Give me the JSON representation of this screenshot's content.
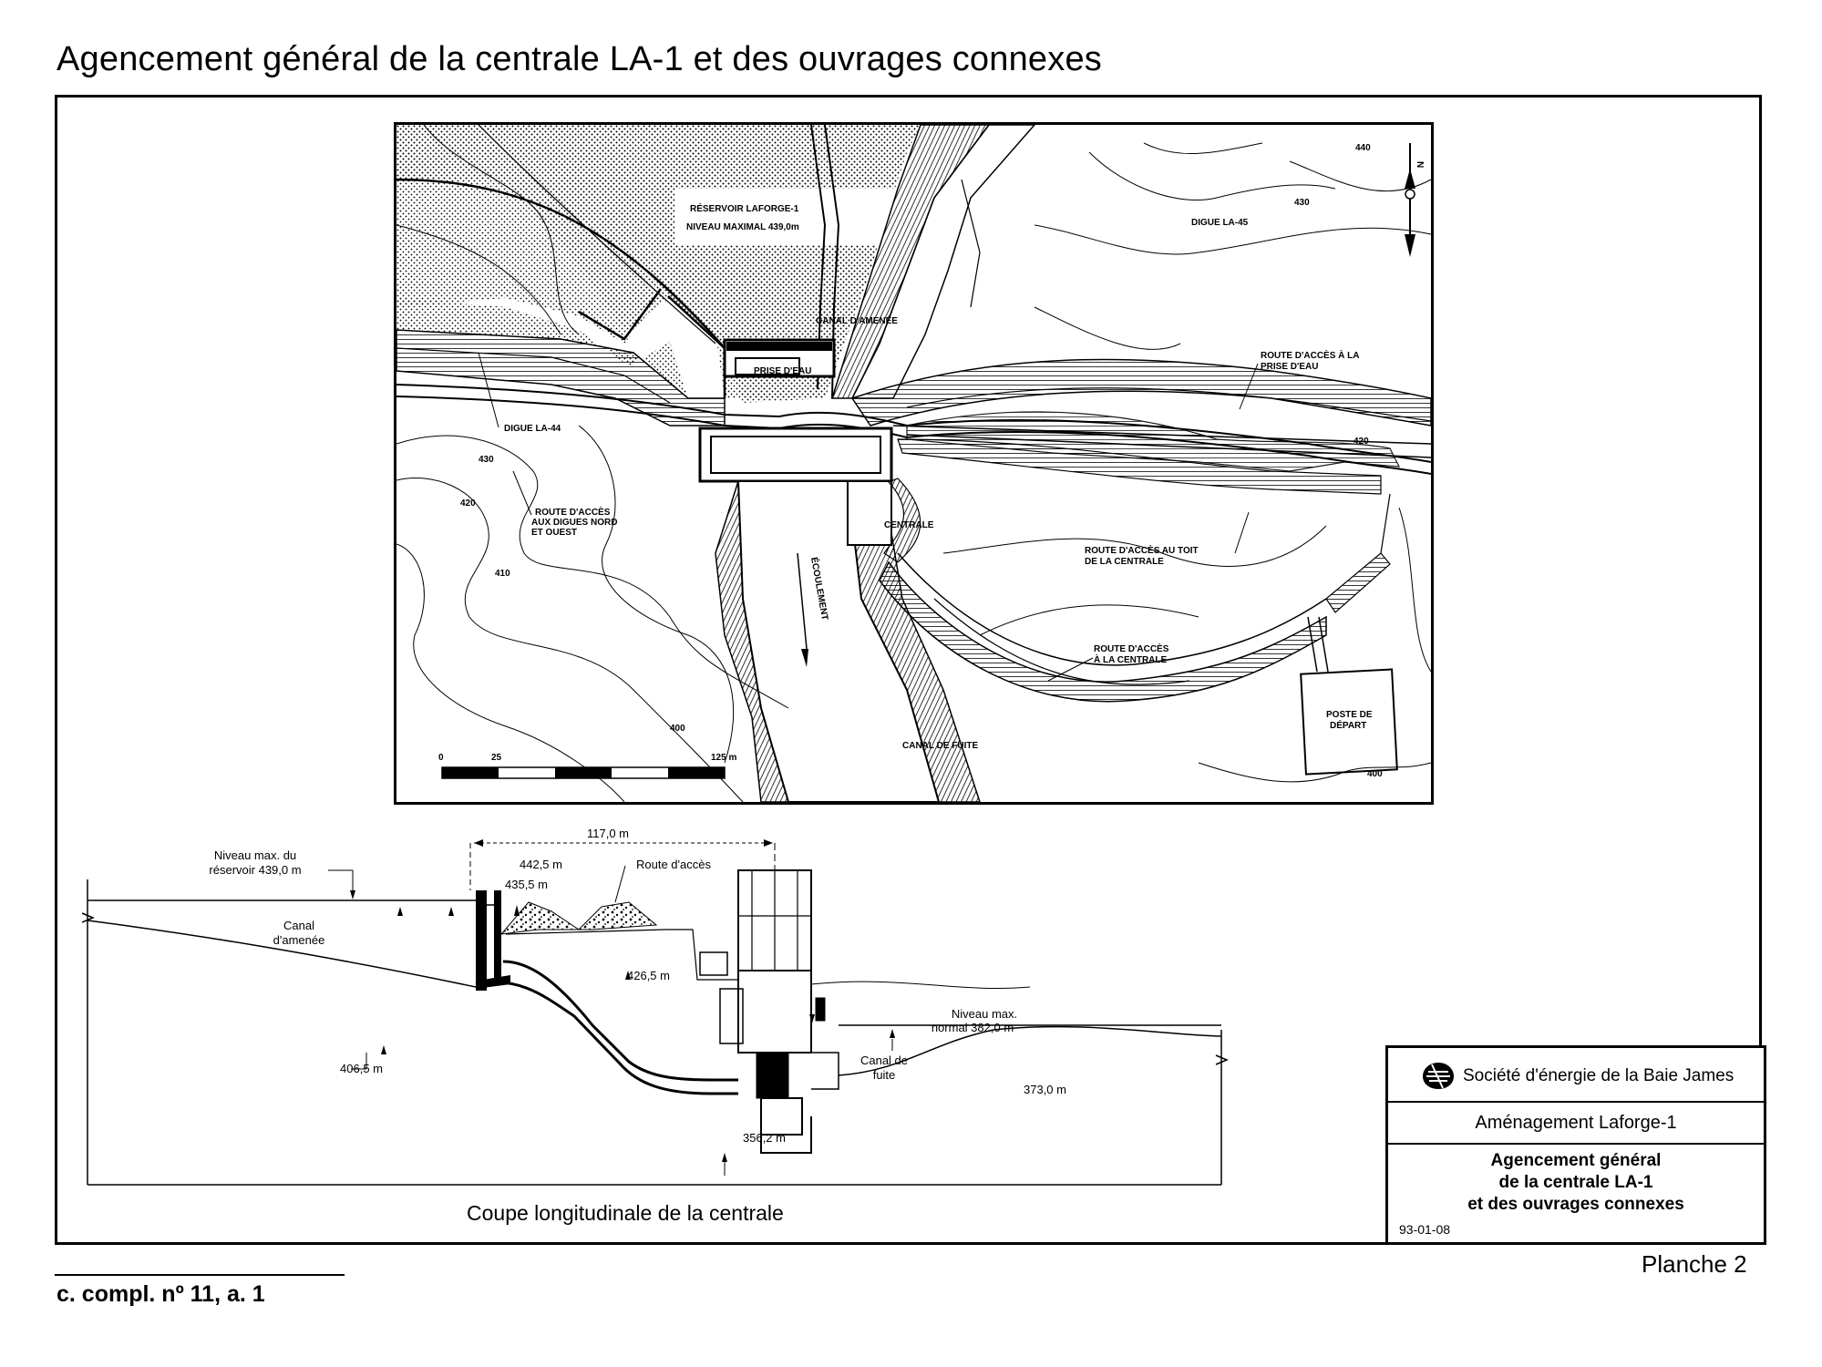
{
  "title": "Agencement général de la centrale LA-1 et des ouvrages connexes",
  "map": {
    "reservoir": [
      "RÉSERVOIR LAFORGE-1",
      "NIVEAU MAXIMAL 439,0m"
    ],
    "canal_amenee": "CANAL D'AMENÉE",
    "prise_eau": "PRISE D'EAU",
    "digue_la44": "DIGUE LA-44",
    "digue_la45": "DIGUE LA-45",
    "route_prise": [
      "ROUTE D'ACCÈS À LA",
      "PRISE D'EAU"
    ],
    "route_digues": [
      "ROUTE D'ACCÈS",
      "AUX DIGUES NORD",
      "ET OUEST"
    ],
    "centrale": "CENTRALE",
    "route_toit": [
      "ROUTE D'ACCÈS AU TOIT",
      "DE LA CENTRALE"
    ],
    "route_centrale": [
      "ROUTE D'ACCÈS",
      "À LA CENTRALE"
    ],
    "ecoulement": "ÉCOULEMENT",
    "canal_fuite": "CANAL DE FUITE",
    "poste": [
      "POSTE DE",
      "DÉPART"
    ],
    "north": "N",
    "contours": [
      "440",
      "430",
      "420",
      "430",
      "420",
      "410",
      "400",
      "400"
    ],
    "scale": {
      "start": "0",
      "mid": "25",
      "end": "125 m"
    }
  },
  "section": {
    "caption": "Coupe longitudinale de la centrale",
    "reservoir_level": [
      "Niveau max. du",
      "réservoir 439,0 m"
    ],
    "canal_amenee": [
      "Canal",
      "d'amenée"
    ],
    "length": "117,0 m",
    "crest": "442,5 m",
    "road_level": "435,5 m",
    "road": "Route d'accès",
    "deck": "426,5 m",
    "intake_floor": "406,5 m",
    "tail_level": [
      "Niveau max.",
      "normal 382,0 m"
    ],
    "canal_fuite": [
      "Canal de",
      "fuite"
    ],
    "tail_floor": "373,0 m",
    "draft_bottom": "356,2 m"
  },
  "title_block": {
    "org": "Société d'énergie de la Baie James",
    "project": "Aménagement Laforge-1",
    "title_lines": [
      "Agencement général",
      "de la centrale LA-1",
      "et des ouvrages connexes"
    ],
    "date": "93-01-08"
  },
  "plate": "Planche 2",
  "reference": "c. compl. nº 11, a. 1"
}
